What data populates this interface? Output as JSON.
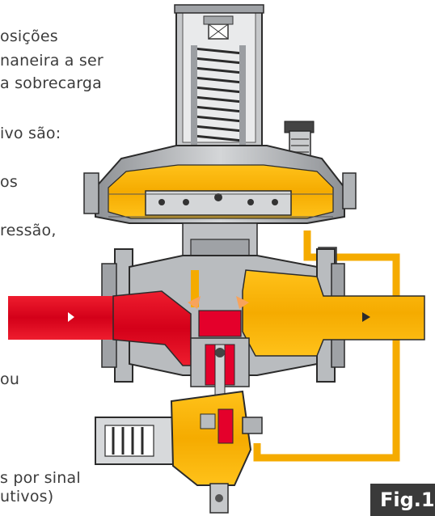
{
  "text_lines": [
    "osições",
    "naneira a ser",
    "a sobrecarga",
    "ivo são:",
    "os",
    "ressão,",
    "ou",
    "s por sinal",
    "utivos)"
  ],
  "figure_label": "Fig.1",
  "colors": {
    "inlet_gas": "#e4002b",
    "outlet_gas": "#f7b500",
    "body_grey": "#b9bcbf",
    "outline": "#2b2b2b",
    "label_bg": "#3a3a3a"
  },
  "icons": [
    "flow-direction-arrow-icon",
    "flow-direction-arrow-icon"
  ]
}
